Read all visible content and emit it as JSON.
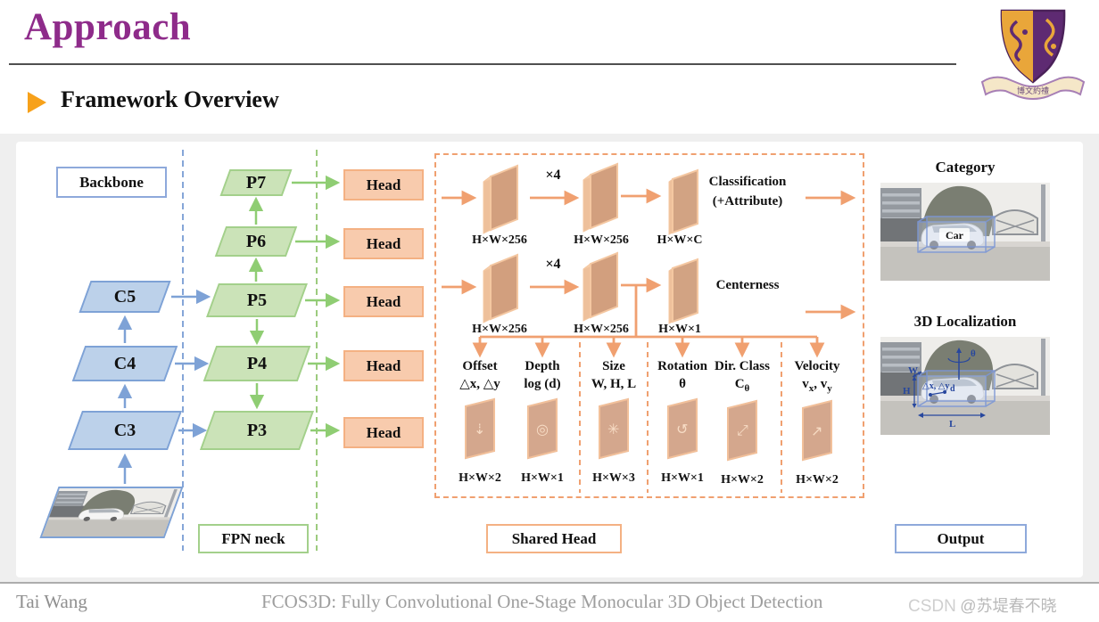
{
  "header": {
    "title": "Approach",
    "section": "Framework Overview"
  },
  "logo": {
    "name": "CUHK emblem",
    "motto": "博文約禮"
  },
  "diagram": {
    "backbone": {
      "label": "Backbone",
      "blocks": [
        "C5",
        "C4",
        "C3"
      ]
    },
    "fpn": {
      "label": "FPN neck",
      "blocks": [
        "P7",
        "P6",
        "P5",
        "P4",
        "P3"
      ]
    },
    "head_label": "Head",
    "head_count": 5,
    "shared_head": {
      "label": "Shared Head",
      "rows": [
        {
          "in_dim": "H×W×256",
          "repeat": "×4",
          "mid_dim": "H×W×256",
          "out_dim": "H×W×C",
          "branch": [
            "Classification",
            "(+Attribute)"
          ]
        },
        {
          "in_dim": "H×W×256",
          "repeat": "×4",
          "mid_dim": "H×W×256",
          "out_dim": "H×W×1",
          "branch": [
            "Centerness"
          ]
        }
      ],
      "targets": [
        {
          "title": "Offset",
          "sub": [
            [
              "t",
              "△x, △y"
            ]
          ],
          "dim": "H×W×2",
          "icon": "offset-icon",
          "glyph": "⇣"
        },
        {
          "title": "Depth",
          "sub": [
            [
              "t",
              "log (d)"
            ]
          ],
          "dim": "H×W×1",
          "icon": "depth-icon",
          "glyph": "◎"
        },
        {
          "title": "Size",
          "sub": [
            [
              "t",
              "W, H, L"
            ]
          ],
          "dim": "H×W×3",
          "icon": "size-icon",
          "glyph": "✳"
        },
        {
          "title": "Rotation",
          "sub": [
            [
              "t",
              "θ"
            ]
          ],
          "dim": "H×W×1",
          "icon": "rotation-icon",
          "glyph": "↺"
        },
        {
          "title": "Dir. Class",
          "sub": [
            [
              "t",
              "C"
            ],
            [
              "s",
              "θ"
            ]
          ],
          "dim": "H×W×2",
          "icon": "direction-icon",
          "glyph": "⤢"
        },
        {
          "title": "Velocity",
          "sub": [
            [
              "t",
              "v"
            ],
            [
              "s",
              "x"
            ],
            [
              "t",
              ", v"
            ],
            [
              "s",
              "y"
            ]
          ],
          "dim": "H×W×2",
          "icon": "velocity-icon",
          "glyph": "↗"
        }
      ]
    },
    "output": {
      "label": "Output",
      "category": {
        "title": "Category",
        "box_label": "Car"
      },
      "localization": {
        "title": "3D Localization",
        "annotations": {
          "w": "W",
          "h": "H",
          "l": "L",
          "theta": "θ",
          "offset": "△x, △y",
          "depth": "d"
        }
      }
    }
  },
  "footer": {
    "author": "Tai Wang",
    "title": "FCOS3D: Fully Convolutional One-Stage Monocular 3D Object Detection",
    "watermark_brand": "CSDN",
    "watermark_handle": "@苏堤春不晓"
  },
  "colors": {
    "title_purple": "#8e2b8a",
    "accent_orange": "#f7a11a",
    "blue_fill": "#bcd1ea",
    "blue_line": "#7ea2d6",
    "green_fill": "#cbe3b8",
    "green_line": "#8fcd73",
    "peach_fill": "#f8cbad",
    "orange_line": "#f0a070",
    "slab_face": "#d29f7e"
  }
}
